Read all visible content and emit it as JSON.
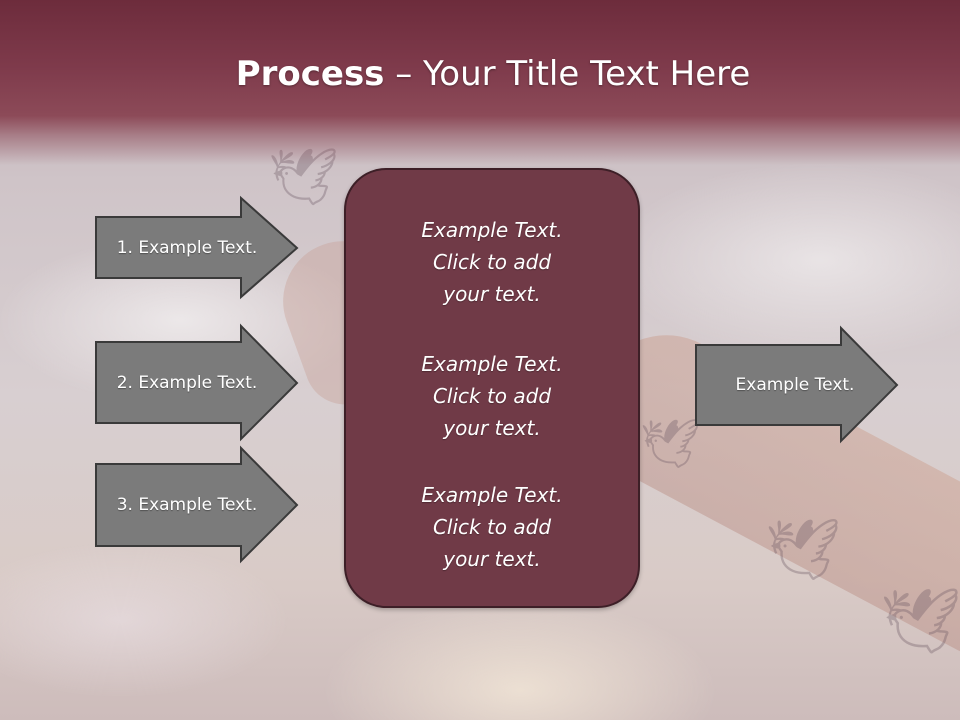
{
  "title": {
    "bold": "Process",
    "rest": " – Your Title Text Here"
  },
  "inputs": [
    {
      "label": "1. Example Text."
    },
    {
      "label": "2. Example Text."
    },
    {
      "label": "3. Example Text."
    }
  ],
  "center": {
    "blocks": [
      {
        "line1": "Example Text.",
        "line2": "Click  to add",
        "line3": "your text."
      },
      {
        "line1": "Example Text.",
        "line2": "Click  to add",
        "line3": "your text."
      },
      {
        "line1": "Example Text.",
        "line2": "Click  to add",
        "line3": "your text."
      }
    ]
  },
  "output": {
    "label": "Example Text."
  },
  "colors": {
    "header": "#7e3a4b",
    "center_fill": "#703a47",
    "arrow_fill": "#7b7b7b",
    "arrow_stroke": "#3a3a3a"
  }
}
